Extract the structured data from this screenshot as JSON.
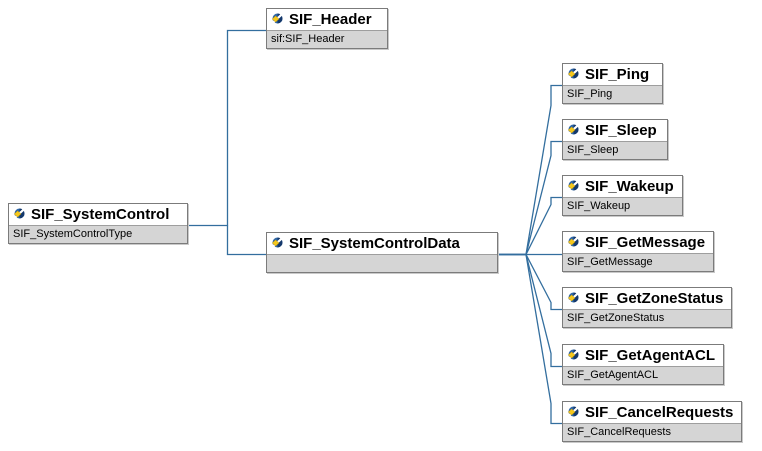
{
  "diagram": {
    "root": {
      "title": "SIF_SystemControl",
      "subtitle": "SIF_SystemControlType"
    },
    "header": {
      "title": "SIF_Header",
      "subtitle": "sif:SIF_Header"
    },
    "data_node": {
      "title": "SIF_SystemControlData",
      "subtitle": ""
    },
    "children": [
      {
        "title": "SIF_Ping",
        "subtitle": "SIF_Ping"
      },
      {
        "title": "SIF_Sleep",
        "subtitle": "SIF_Sleep"
      },
      {
        "title": "SIF_Wakeup",
        "subtitle": "SIF_Wakeup"
      },
      {
        "title": "SIF_GetMessage",
        "subtitle": "SIF_GetMessage"
      },
      {
        "title": "SIF_GetZoneStatus",
        "subtitle": "SIF_GetZoneStatus"
      },
      {
        "title": "SIF_GetAgentACL",
        "subtitle": "SIF_GetAgentACL"
      },
      {
        "title": "SIF_CancelRequests",
        "subtitle": "SIF_CancelRequests"
      }
    ],
    "icon_name": "element-icon",
    "colors": {
      "connector": "#336e9e",
      "box_border": "#7b7b7b",
      "subtitle_bg": "#d5d5d5",
      "icon_blue": "#2e67a8",
      "icon_navy": "#14386b",
      "icon_yellow": "#f5c81e"
    }
  }
}
